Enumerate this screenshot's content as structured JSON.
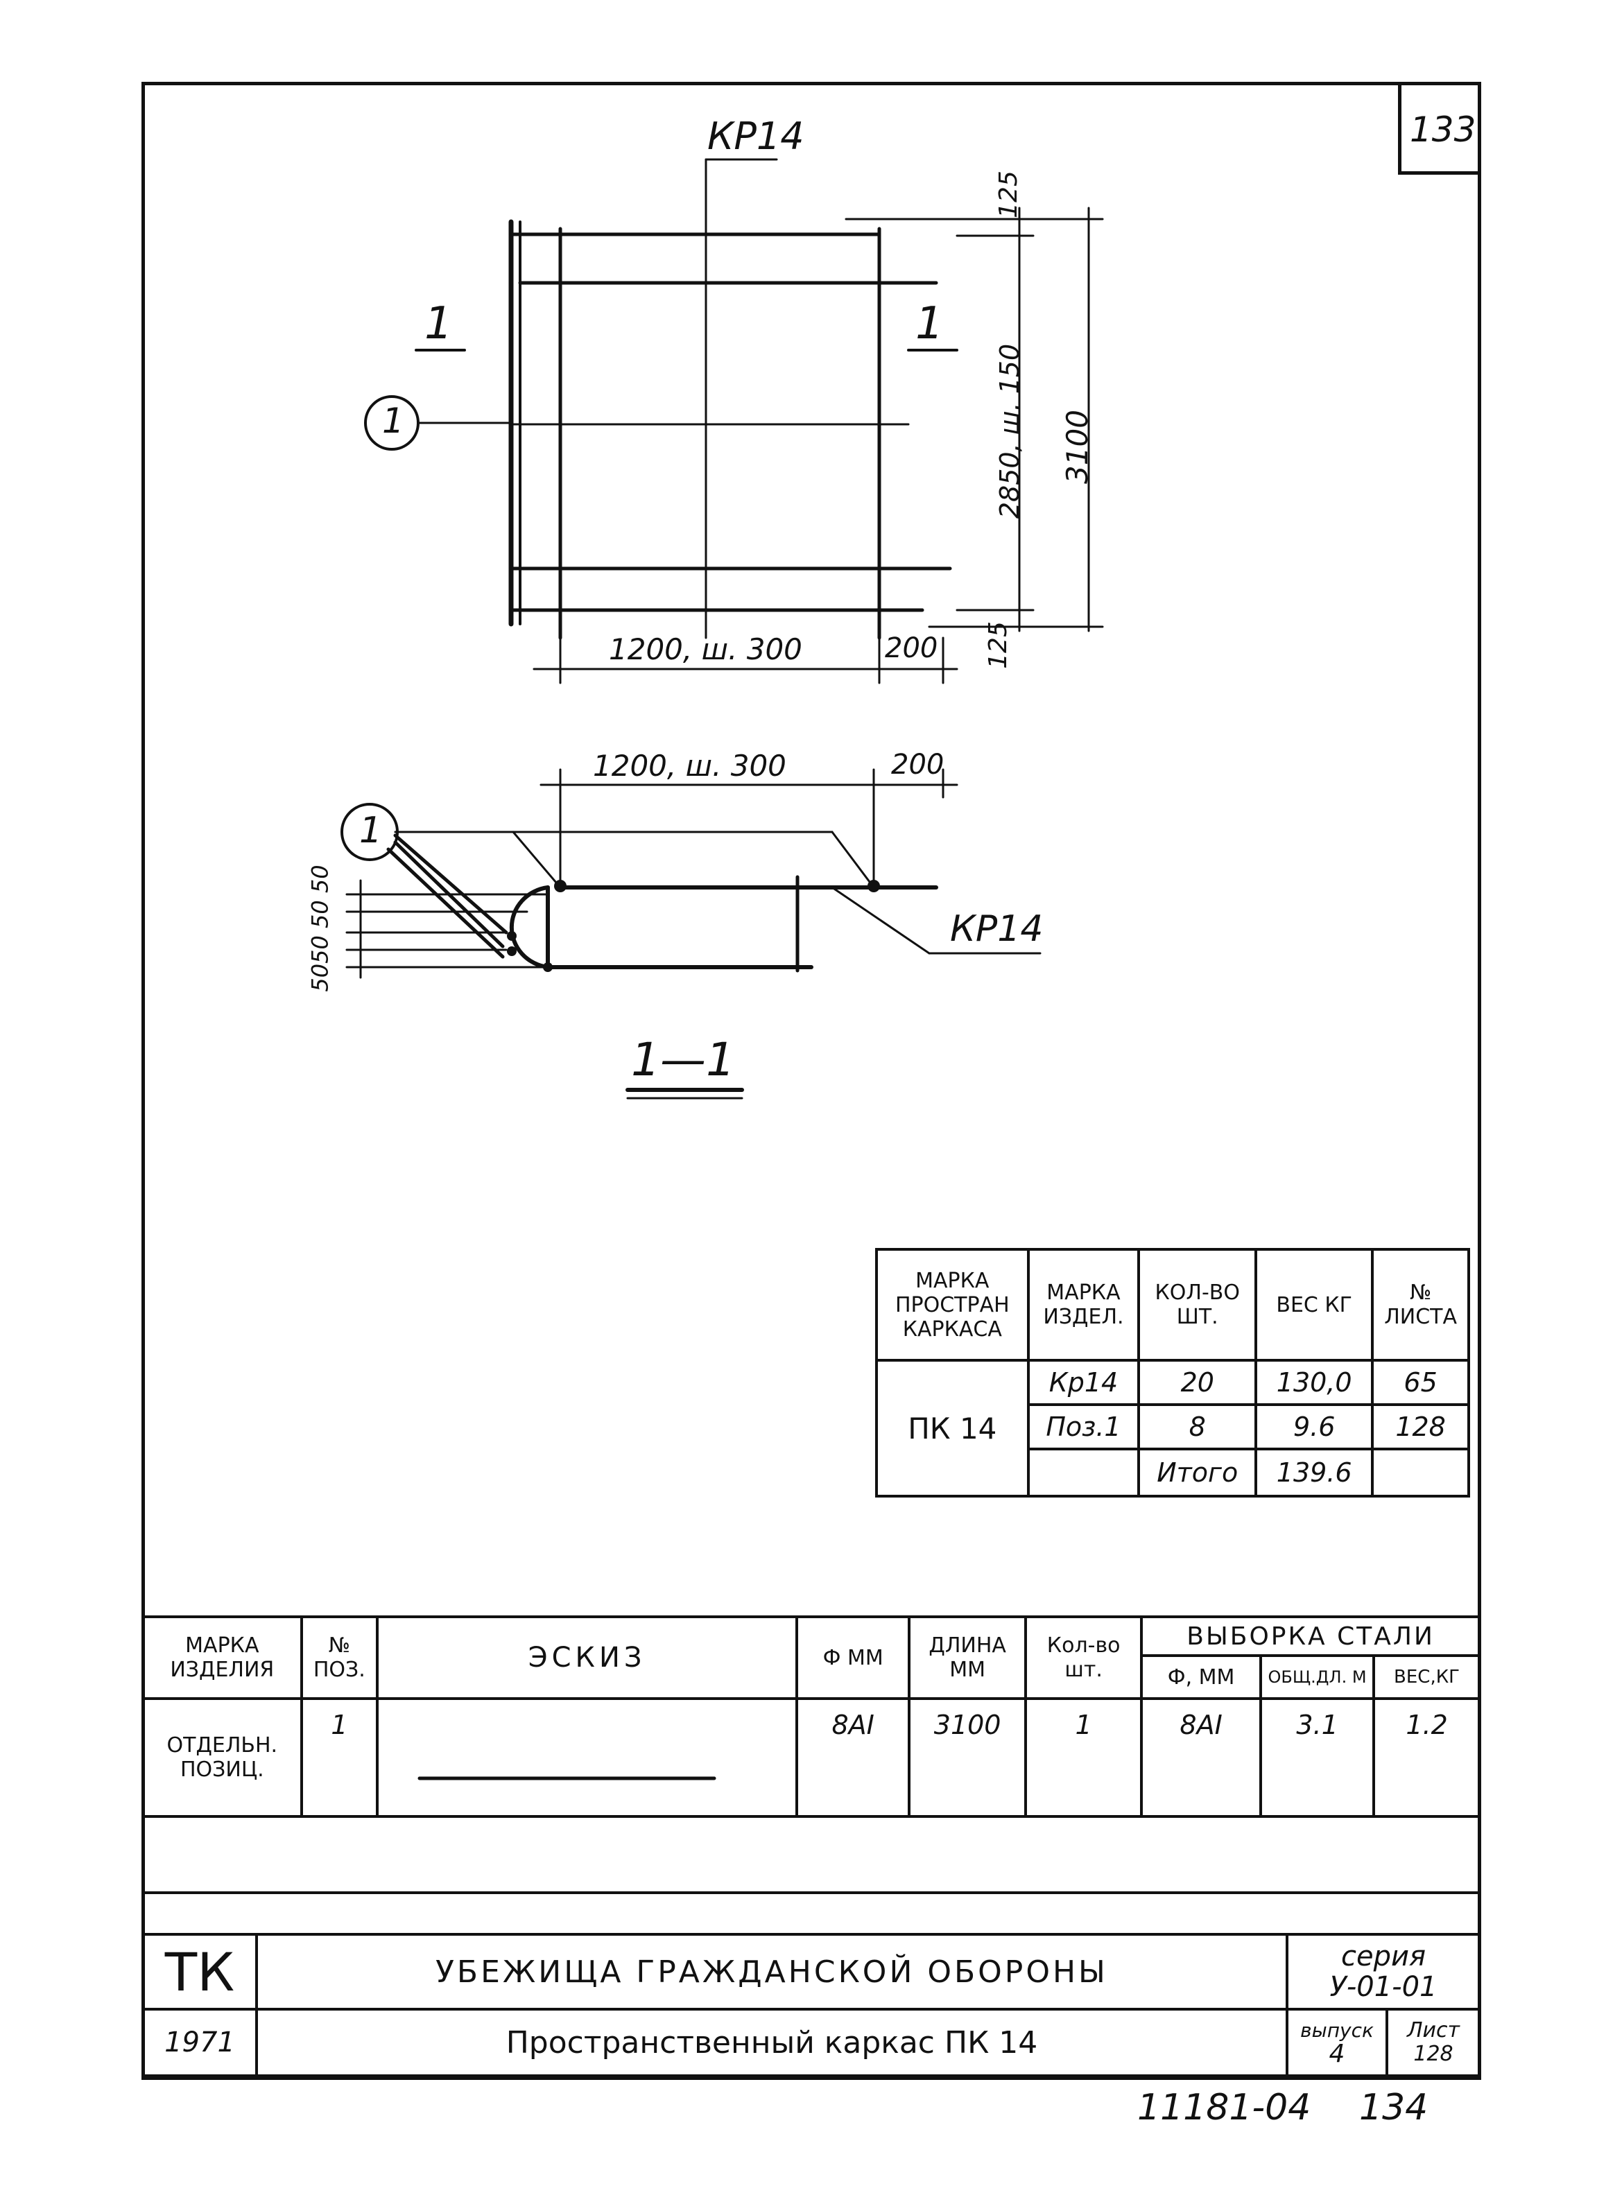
{
  "page_number": "133",
  "drawing": {
    "plan": {
      "frame_label": "КР14",
      "section_mark_left": "1",
      "section_mark_right": "1",
      "position_callout": "1",
      "dim_top": "125",
      "dim_middle": "2850, ш. 150",
      "dim_total": "3100",
      "dim_bottom": "125",
      "dim_width": "1200, ш. 300",
      "dim_offset": "200"
    },
    "section": {
      "dim_width": "1200, ш. 300",
      "dim_offset": "200",
      "position_callout": "1",
      "spacing_dims": "5050 50 50",
      "frame_label": "КР14",
      "title": "1—1"
    }
  },
  "summary_table": {
    "headers": [
      "МАРКА ПРОСТРАН КАРКАСА",
      "МАРКА ИЗДЕЛ.",
      "КОЛ-ВО ШТ.",
      "ВЕС КГ",
      "№ ЛИСТА"
    ],
    "frame_mark": "ПК 14",
    "rows": [
      {
        "item": "Кр14",
        "qty": "20",
        "weight": "130,0",
        "sheet": "65"
      },
      {
        "item": "Поз.1",
        "qty": "8",
        "weight": "9.6",
        "sheet": "128"
      },
      {
        "item": "",
        "qty": "Итого",
        "weight": "139.6",
        "sheet": ""
      }
    ]
  },
  "spec_table": {
    "headers": {
      "mark": "МАРКА ИЗДЕЛИЯ",
      "pos": "№ ПОЗ.",
      "sketch": "ЭСКИЗ",
      "diameter": "Ф ММ",
      "length": "ДЛИНА ММ",
      "qty": "Кол-во шт.",
      "steel": "ВЫБОРКА СТАЛИ",
      "steel_d": "Ф, ММ",
      "steel_len": "ОБЩ.ДЛ. М",
      "steel_weight": "ВЕС,КГ"
    },
    "row": {
      "mark": "ОТДЕЛЬН. ПОЗИЦ.",
      "pos": "1",
      "diameter": "8АI",
      "length": "3100",
      "qty": "1",
      "steel_d": "8АI",
      "steel_len": "3.1",
      "steel_weight": "1.2"
    }
  },
  "title_block": {
    "logo": "ТК",
    "year": "1971",
    "title": "УБЕЖИЩА ГРАЖДАНСКОЙ ОБОРОНЫ",
    "subtitle": "Пространственный каркас ПК 14",
    "series_label": "серия",
    "series_value": "У-01-01",
    "issue_label": "выпуск",
    "issue_value": "4",
    "sheet_label": "Лист",
    "sheet_value": "128"
  },
  "footer": {
    "code": "11181-04",
    "page": "134"
  }
}
